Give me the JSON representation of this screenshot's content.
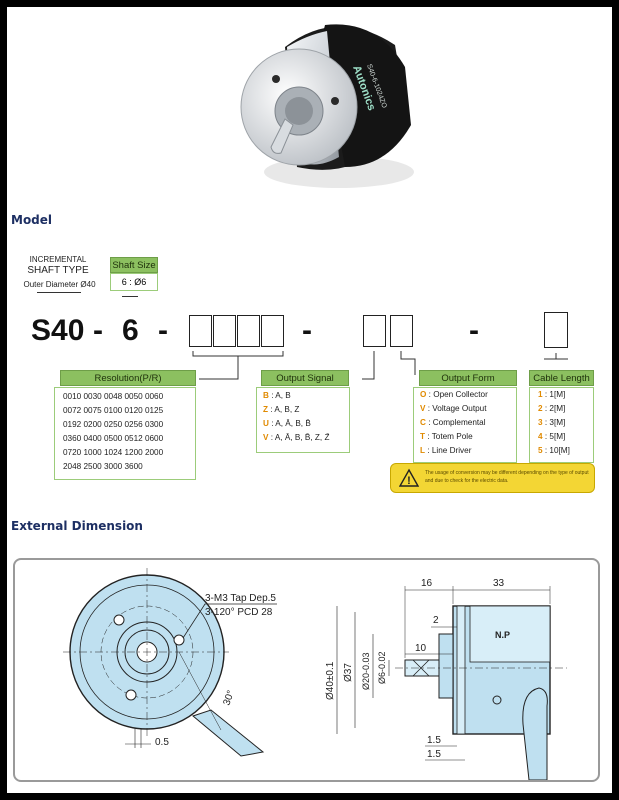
{
  "product": {
    "label_line1": "Autonics",
    "label_line2": "S40-6-1024ZO"
  },
  "sections": {
    "model": "Model",
    "external": "External Dimension"
  },
  "model": {
    "incremental": "INCREMENTAL",
    "shaft_type": "SHAFT TYPE",
    "outer_diameter": "Outer Diameter Ø40",
    "shaft_size_title": "Shaft Size",
    "shaft_size_value": "6 : Ø6",
    "code_s40": "S40",
    "dash": "-",
    "code_6": "6"
  },
  "resolution": {
    "title": "Resolution(P/R)",
    "rows": [
      "0010  0030  0048  0050  0060",
      "0072  0075  0100  0120  0125",
      "0192  0200  0250  0256  0300",
      "0360  0400  0500  0512  0600",
      "0720  1000  1024  1200  2000",
      "2048  2500  3000  3600"
    ]
  },
  "output_signal": {
    "title": "Output Signal",
    "items": [
      {
        "code": "B",
        "text": ": A, B"
      },
      {
        "code": "Z",
        "text": ": A, B, Z"
      },
      {
        "code": "U",
        "text": ": A, Ā, B, B̄"
      },
      {
        "code": "V",
        "text": ": A, Ā, B, B̄, Z, Z̄"
      }
    ]
  },
  "output_form": {
    "title": "Output Form",
    "items": [
      {
        "code": "O",
        "text": ": Open Collector"
      },
      {
        "code": "V",
        "text": ": Voltage Output"
      },
      {
        "code": "C",
        "text": ": Complemental"
      },
      {
        "code": "T",
        "text": ": Totem Pole"
      },
      {
        "code": "L",
        "text": ": Line Driver"
      }
    ]
  },
  "cable_length": {
    "title": "Cable Length",
    "items": [
      {
        "code": "1",
        "text": ":   1[M]"
      },
      {
        "code": "2",
        "text": ":   2[M]"
      },
      {
        "code": "3",
        "text": ":   3[M]"
      },
      {
        "code": "4",
        "text": ":   5[M]"
      },
      {
        "code": "5",
        "text": ":  10[M]"
      }
    ]
  },
  "warning": {
    "text": "The usage of conversion may be different depending on the type of output and due to check for the electric data."
  },
  "dimension": {
    "tap": "3-M3 Tap Dep.5",
    "pcd": "3-120° PCD 28",
    "angle": "30°",
    "d_05": "0.5",
    "d_16": "16",
    "d_33": "33",
    "d_2": "2",
    "d_10": "10",
    "d_15a": "1.5",
    "d_15b": "1.5",
    "np": "N.P",
    "d40": "Ø40±0.1",
    "d37": "Ø37",
    "d20": "Ø20-0.03",
    "d6": "Ø6-0.02"
  }
}
